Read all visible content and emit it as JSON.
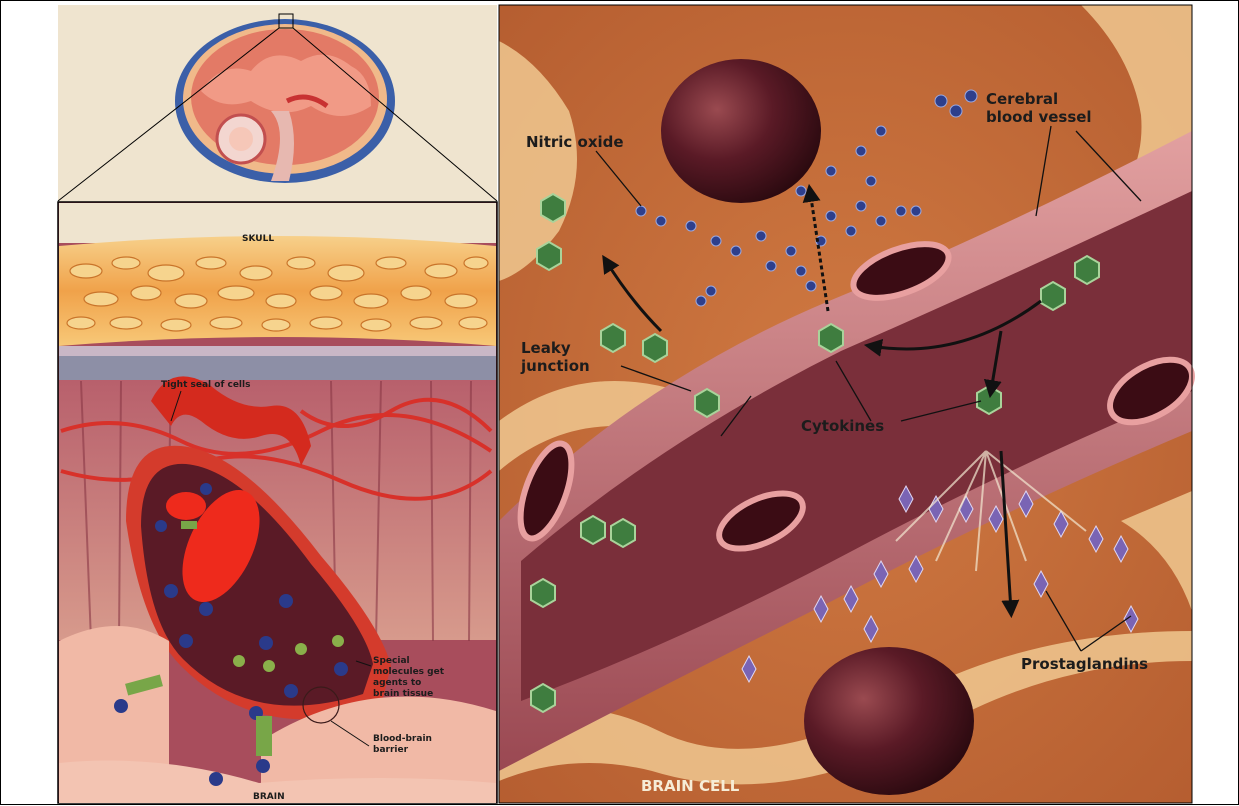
{
  "figure": {
    "left_panel": {
      "labels": {
        "skull": "SKULL",
        "tight_seal": "Tight seal of cells",
        "special_molecules_line1": "Special",
        "special_molecules_line2": "molecules get",
        "special_molecules_line3": "agents to",
        "special_molecules_line4": "brain tissue",
        "bbb_line1": "Blood-brain",
        "bbb_line2": "barrier",
        "brain": "BRAIN"
      }
    },
    "right_panel": {
      "labels": {
        "nitric_oxide": "Nitric oxide",
        "cerebral_line1": "Cerebral",
        "cerebral_line2": "blood vessel",
        "leaky_line1": "Leaky",
        "leaky_line2": "junction",
        "cytokines": "Cytokines",
        "prostaglandins": "Prostaglandins",
        "brain_cell": "BRAIN CELL"
      }
    },
    "colors": {
      "flesh": "#c8703c",
      "vessel_pink": "#d98a86",
      "vessel_dark": "#7a2f3a",
      "skull_orange": "#f0a24a",
      "nucleus": "#4a1620",
      "cytokine_green": "#3f7d3f",
      "no_blue": "#2e3f8c",
      "prostaglandin_purple": "#7a64b4",
      "blood_red": "#e0261c"
    }
  }
}
